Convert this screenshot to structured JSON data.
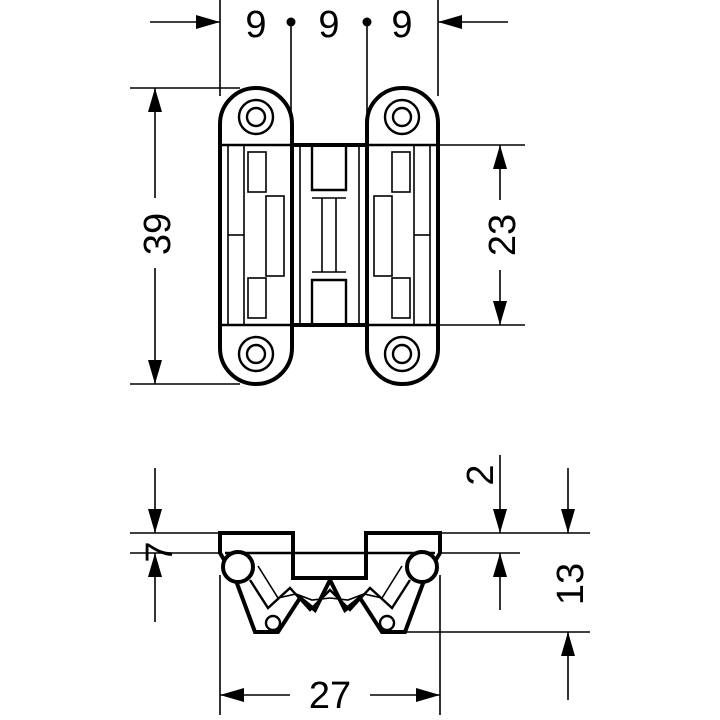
{
  "dimensions": {
    "top_segment_1": "9",
    "top_segment_2": "9",
    "top_segment_3": "9",
    "height_total": "39",
    "height_body": "23",
    "side_height_left": "7",
    "side_offset_top": "2",
    "side_height_right": "13",
    "side_width": "27"
  },
  "colors": {
    "line": "#000000",
    "background": "#ffffff"
  }
}
